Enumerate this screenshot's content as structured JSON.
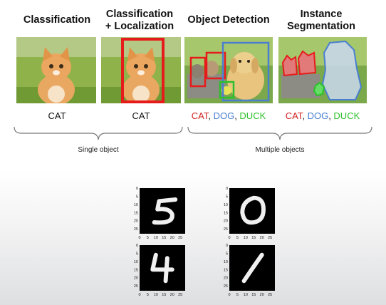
{
  "top": {
    "headers": {
      "classification": "Classification",
      "localization_1": "Classification",
      "localization_2": "+ Localization",
      "detection": "Object Detection",
      "instance_1": "Instance",
      "instance_2": "Segmentation"
    },
    "labels": {
      "classification": "CAT",
      "localization": "CAT",
      "det_cat": "CAT",
      "det_dog": "DOG",
      "det_duck": "DUCK",
      "seg_cat": "CAT",
      "seg_dog": "DOG",
      "seg_duck": "DUCK",
      "sep": ", "
    },
    "brace_single": "Single object",
    "brace_multiple": "Multiple objects"
  },
  "colors": {
    "cat": "#d42222",
    "dog": "#4a7fd0",
    "duck": "#2cc02c"
  },
  "digits": {
    "ticks": [
      "0",
      "5",
      "10",
      "15",
      "20",
      "25"
    ]
  }
}
